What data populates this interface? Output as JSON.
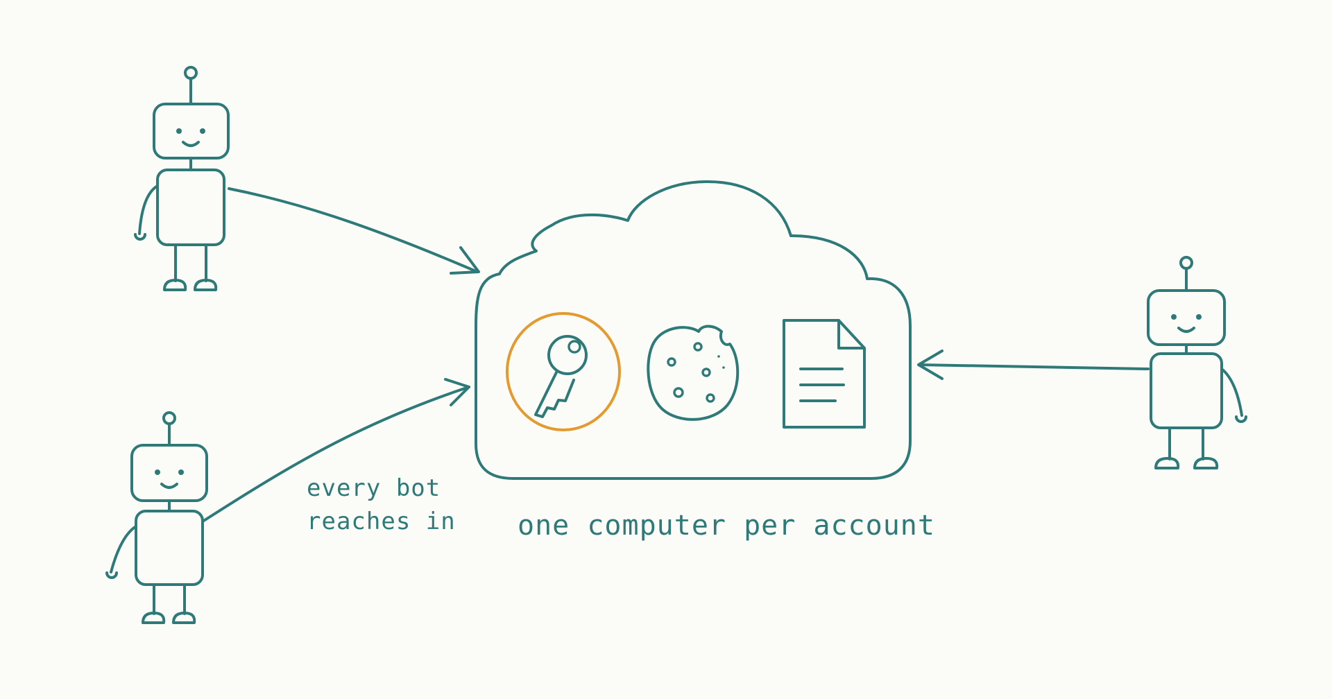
{
  "annotation": {
    "line1": "every bot",
    "line2": "reaches in"
  },
  "caption": "one computer per account",
  "icons": [
    "robot-icon",
    "cloud-icon",
    "key-icon",
    "cookie-icon",
    "document-icon",
    "arrow-icon"
  ],
  "colors": {
    "ink": "#2e7a79",
    "accent": "#e39a2e",
    "background": "#fbfbf8"
  }
}
